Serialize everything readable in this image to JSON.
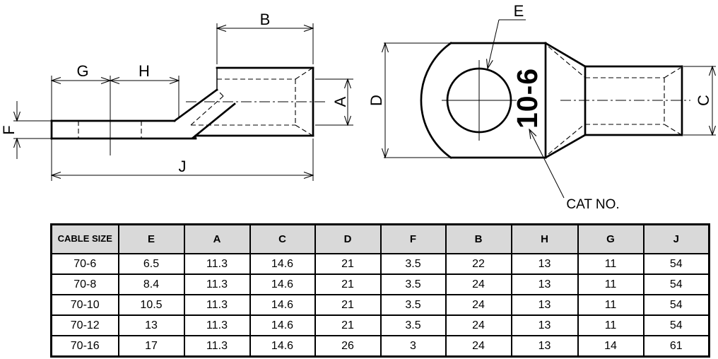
{
  "drawing": {
    "side_view_labels": {
      "G": "G",
      "H": "H",
      "B": "B",
      "A": "A",
      "F": "F",
      "J": "J"
    },
    "top_view_labels": {
      "E": "E",
      "D": "D",
      "C": "C"
    },
    "marking_text": "10-6",
    "cat_no_label": "CAT NO."
  },
  "table": {
    "header_bg": "#d9d9d9",
    "headers": [
      "CABLE SIZE",
      "E",
      "A",
      "C",
      "D",
      "F",
      "B",
      "H",
      "G",
      "J"
    ],
    "rows": [
      [
        "70-6",
        "6.5",
        "11.3",
        "14.6",
        "21",
        "3.5",
        "22",
        "13",
        "11",
        "54"
      ],
      [
        "70-8",
        "8.4",
        "11.3",
        "14.6",
        "21",
        "3.5",
        "24",
        "13",
        "11",
        "54"
      ],
      [
        "70-10",
        "10.5",
        "11.3",
        "14.6",
        "21",
        "3.5",
        "24",
        "13",
        "11",
        "54"
      ],
      [
        "70-12",
        "13",
        "11.3",
        "14.6",
        "21",
        "3.5",
        "24",
        "13",
        "11",
        "54"
      ],
      [
        "70-16",
        "17",
        "11.3",
        "14.6",
        "26",
        "3",
        "24",
        "13",
        "14",
        "61"
      ]
    ]
  }
}
